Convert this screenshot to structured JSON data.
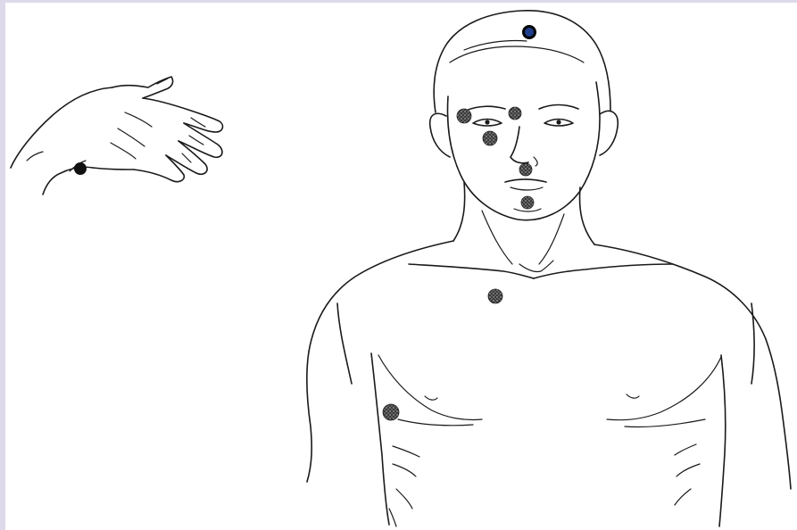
{
  "figure": {
    "subjects": [
      "hand",
      "torso-front"
    ],
    "point_colors": {
      "textured_point": "#3a3a3a",
      "solid_point": "#111111",
      "highlight_point": "#1f3f8c",
      "highlight_ring": "#000000",
      "line_ink": "#1a1a1a",
      "frame": "#ddd9ea",
      "background": "#ffffff"
    },
    "points": [
      {
        "id": "crown-point",
        "kind": "highlight"
      },
      {
        "id": "right-eyebrow-point",
        "kind": "textured"
      },
      {
        "id": "brow-center-point",
        "kind": "textured"
      },
      {
        "id": "under-eye-point",
        "kind": "textured"
      },
      {
        "id": "nose-point",
        "kind": "textured"
      },
      {
        "id": "chin-point",
        "kind": "textured"
      },
      {
        "id": "sternum-point",
        "kind": "textured"
      },
      {
        "id": "side-rib-point",
        "kind": "textured"
      },
      {
        "id": "hand-side-point",
        "kind": "solid"
      }
    ]
  }
}
